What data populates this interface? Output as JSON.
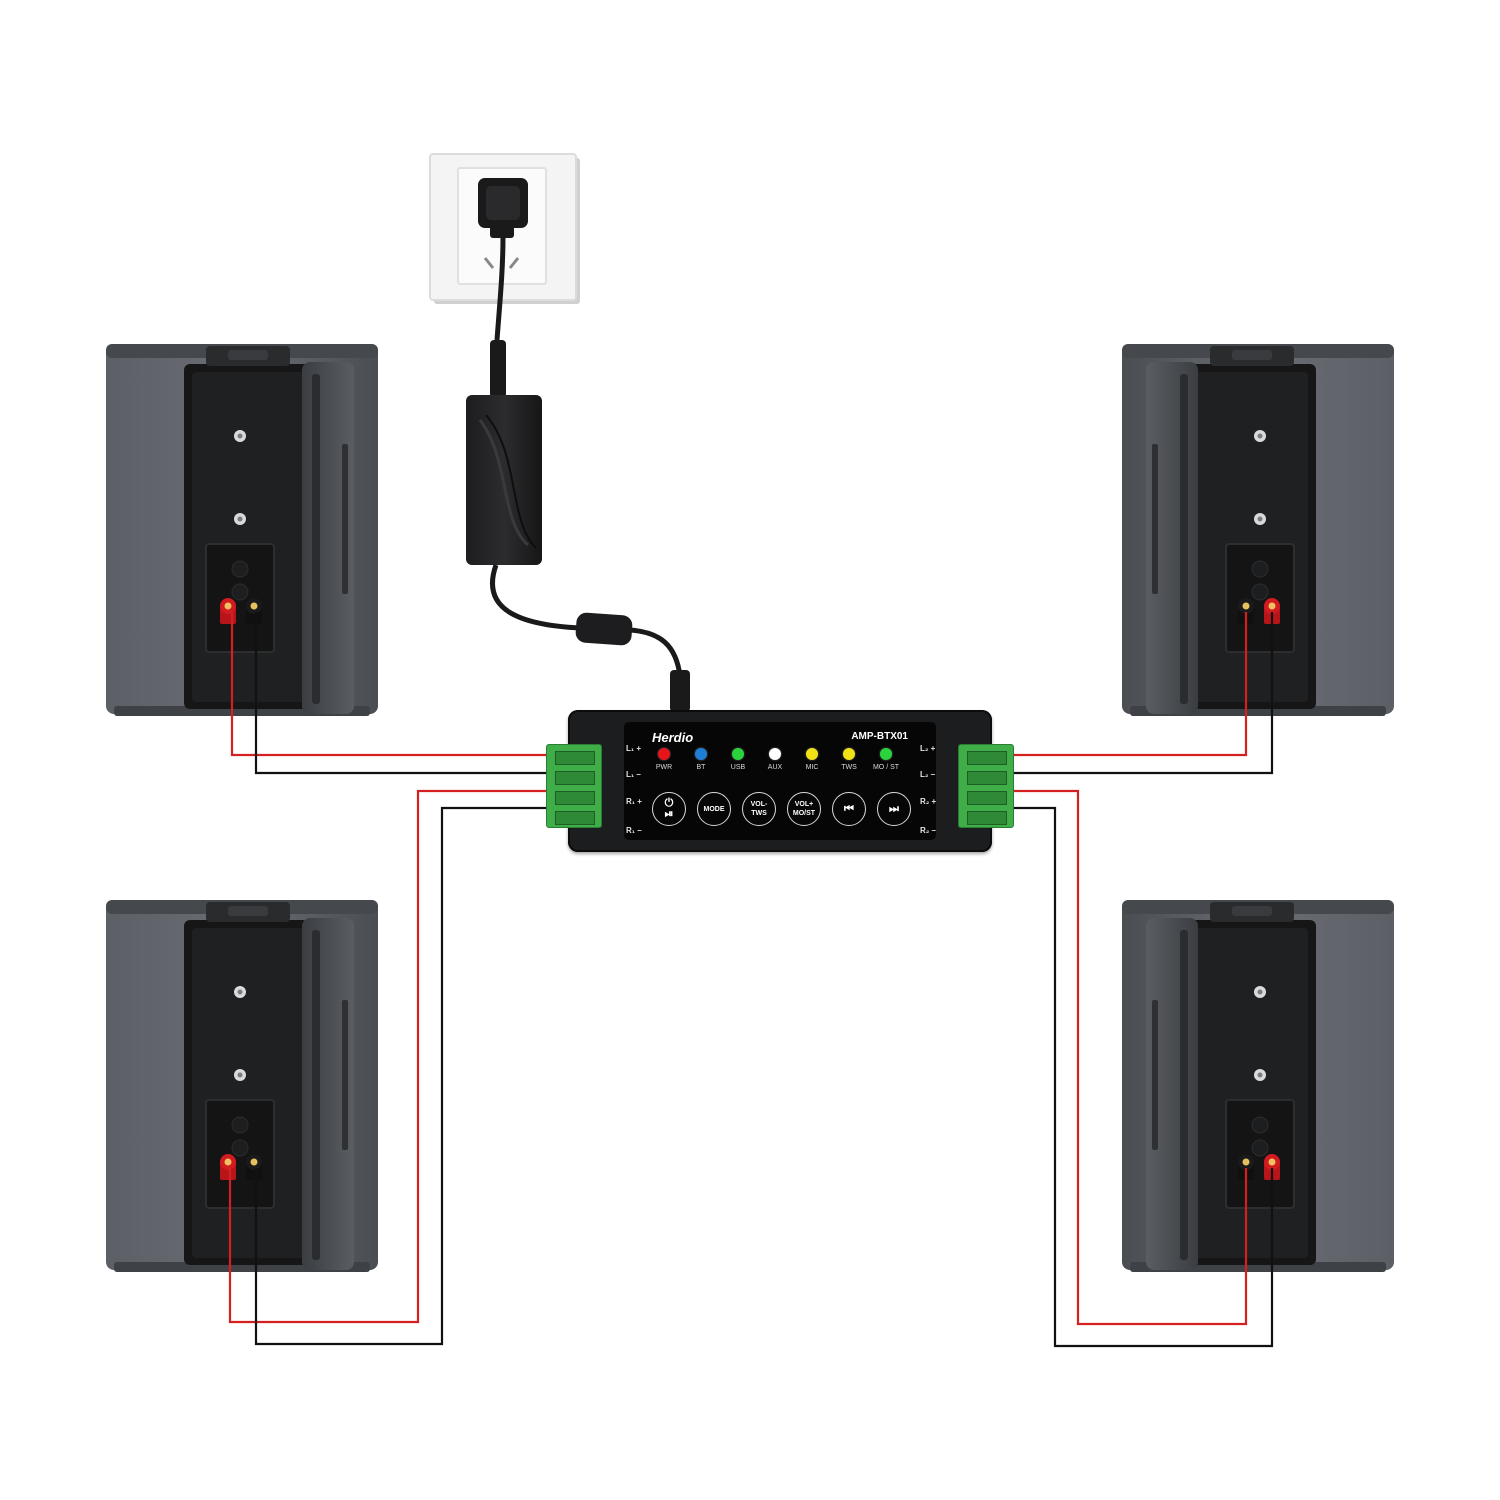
{
  "amplifier": {
    "brand": "Herdio",
    "model": "AMP-BTX01",
    "leds": [
      {
        "label": "PWR",
        "color": "#e8131b"
      },
      {
        "label": "BT",
        "color": "#1f7fd6"
      },
      {
        "label": "USB",
        "color": "#2ad43c"
      },
      {
        "label": "AUX",
        "color": "#ffffff"
      },
      {
        "label": "MIC",
        "color": "#f2e114"
      },
      {
        "label": "TWS",
        "color": "#f2e114"
      },
      {
        "label": "MO / ST",
        "color": "#2ad43c"
      }
    ],
    "buttons": [
      {
        "label": "⏻ ⏯",
        "icon": "power-play-pause-icon"
      },
      {
        "label": "MODE",
        "icon": ""
      },
      {
        "label": "VOL- TWS",
        "icon": ""
      },
      {
        "label": "VOL+ MO/ST",
        "icon": ""
      },
      {
        "label": "⏮",
        "icon": "previous-track-icon"
      },
      {
        "label": "⏭",
        "icon": "next-track-icon"
      }
    ],
    "terminals_left": [
      "L₁ +",
      "L₁ –",
      "R₁ +",
      "R₁ –"
    ],
    "terminals_right": [
      "L₂ +",
      "L₂ –",
      "R₂ +",
      "R₂ –"
    ]
  },
  "colors": {
    "positive_wire": "#d42020",
    "negative_wire": "#111111",
    "speaker_body": "#55595e",
    "terminal_green": "#3fae49"
  }
}
